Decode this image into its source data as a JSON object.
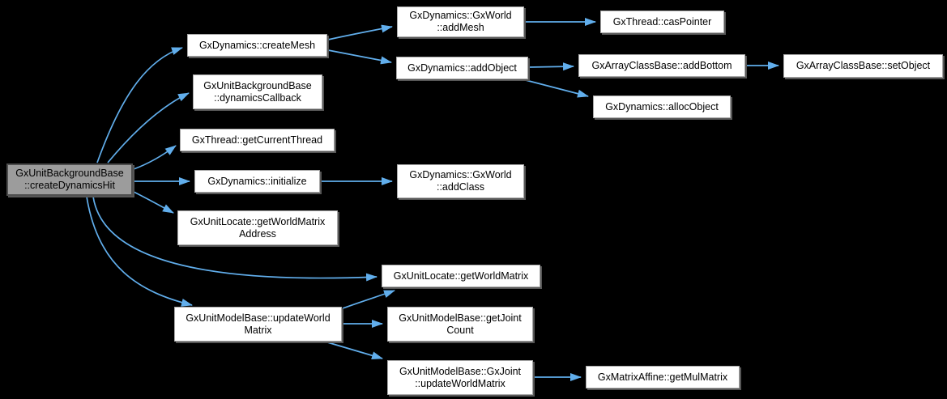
{
  "diagram": {
    "title": "createDynamicsHit call graph",
    "colors": {
      "background": "#000000",
      "edge": "#61aeec",
      "node_fill": "#ffffff",
      "node_border": "#a8a8a8",
      "root_fill": "#9c9c9c",
      "text": "#000000"
    },
    "nodes": {
      "root": {
        "label": "GxUnitBackgroundBase\n::createDynamicsHit"
      },
      "create_mesh": {
        "label": "GxDynamics::createMesh"
      },
      "add_mesh": {
        "label": "GxDynamics::GxWorld\n::addMesh"
      },
      "cas_pointer": {
        "label": "GxThread::casPointer"
      },
      "add_object": {
        "label": "GxDynamics::addObject"
      },
      "add_bottom": {
        "label": "GxArrayClassBase::addBottom"
      },
      "set_object": {
        "label": "GxArrayClassBase::setObject"
      },
      "alloc_object": {
        "label": "GxDynamics::allocObject"
      },
      "dynamics_callback": {
        "label": "GxUnitBackgroundBase\n::dynamicsCallback"
      },
      "get_current_thread": {
        "label": "GxThread::getCurrentThread"
      },
      "initialize": {
        "label": "GxDynamics::initialize"
      },
      "add_class": {
        "label": "GxDynamics::GxWorld\n::addClass"
      },
      "get_world_matrix_address": {
        "label": "GxUnitLocate::getWorldMatrix\nAddress"
      },
      "get_world_matrix": {
        "label": "GxUnitLocate::getWorldMatrix"
      },
      "update_world_matrix": {
        "label": "GxUnitModelBase::updateWorld\nMatrix"
      },
      "get_joint_count": {
        "label": "GxUnitModelBase::getJoint\nCount"
      },
      "joint_update_world_matrix": {
        "label": "GxUnitModelBase::GxJoint\n::updateWorldMatrix"
      },
      "get_mul_matrix": {
        "label": "GxMatrixAffine::getMulMatrix"
      }
    },
    "edges": [
      {
        "from": "root",
        "to": "create_mesh"
      },
      {
        "from": "root",
        "to": "dynamics_callback"
      },
      {
        "from": "root",
        "to": "get_current_thread"
      },
      {
        "from": "root",
        "to": "initialize"
      },
      {
        "from": "root",
        "to": "get_world_matrix_address"
      },
      {
        "from": "root",
        "to": "get_world_matrix"
      },
      {
        "from": "root",
        "to": "update_world_matrix"
      },
      {
        "from": "create_mesh",
        "to": "add_mesh"
      },
      {
        "from": "create_mesh",
        "to": "add_object"
      },
      {
        "from": "add_mesh",
        "to": "cas_pointer"
      },
      {
        "from": "add_object",
        "to": "add_bottom"
      },
      {
        "from": "add_object",
        "to": "alloc_object"
      },
      {
        "from": "add_bottom",
        "to": "set_object"
      },
      {
        "from": "initialize",
        "to": "add_class"
      },
      {
        "from": "update_world_matrix",
        "to": "get_world_matrix"
      },
      {
        "from": "update_world_matrix",
        "to": "get_joint_count"
      },
      {
        "from": "update_world_matrix",
        "to": "joint_update_world_matrix"
      },
      {
        "from": "joint_update_world_matrix",
        "to": "get_mul_matrix"
      }
    ]
  }
}
